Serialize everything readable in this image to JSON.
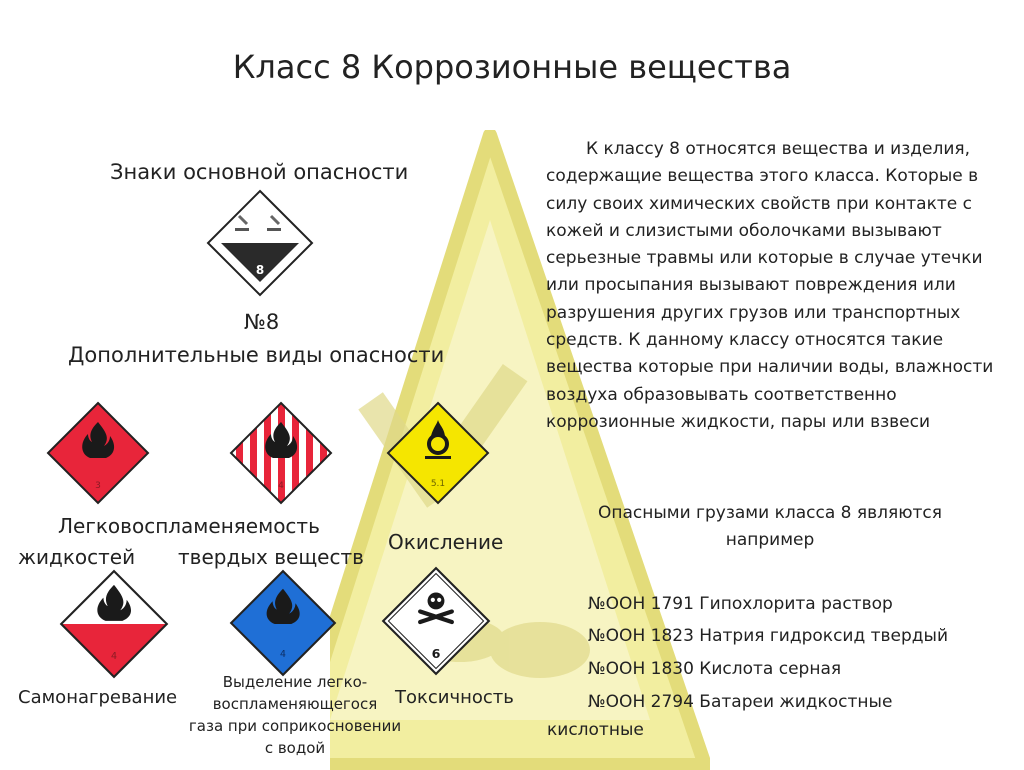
{
  "title": "Класс 8 Коррозионные вещества",
  "primary_heading": "Знаки основной опасности",
  "primary_number": "№8",
  "additional_heading": "Дополнительные виды опасности",
  "placards": {
    "corrosive_number": "8",
    "flammable_liquid_number": "3",
    "flammable_solid_number": "4",
    "oxidizer_number": "5.1",
    "spontaneous_number": "4",
    "dangerous_wet_number": "4",
    "toxic_number": "6"
  },
  "labels": {
    "flammability_line1": "Легковоспламеняемость",
    "liquids": "жидкостей",
    "solids": "твердых веществ",
    "oxidation": "Окисление",
    "self_heating": "Самонагревание",
    "gas_release": [
      "Выделение легко-",
      "воспламеняющегося",
      "газа при соприкосновении",
      "с водой"
    ],
    "toxicity": "Токсичность"
  },
  "description": "К классу 8 относятся вещества и изделия, содержащие вещества этого класса. Которые в силу своих химических свойств при контакте с кожей и слизистыми оболочками вызывают серьезные травмы или которые в случае утечки или просыпания вызывают повреждения или разрушения других грузов или транспортных средств. К данному классу относятся такие вещества которые при наличии воды, влажности воздуха образовывать соответственно коррозионные жидкости, пары или взвеси",
  "examples_heading": [
    "Опасными грузами класса 8 являются",
    "например"
  ],
  "examples": [
    "№ООН 1791 Гипохлорита раствор",
    "№ООН 1823 Натрия гидроксид твердый",
    "№ООН 1830 Кислота серная",
    "№ООН 2794 Батареи жидкостные",
    "кислотные"
  ],
  "colors": {
    "triangle": "#f2eea0",
    "red": "#e8253a",
    "blue": "#1f6fd6",
    "yellow": "#f5e600",
    "black": "#2a2a2a"
  }
}
